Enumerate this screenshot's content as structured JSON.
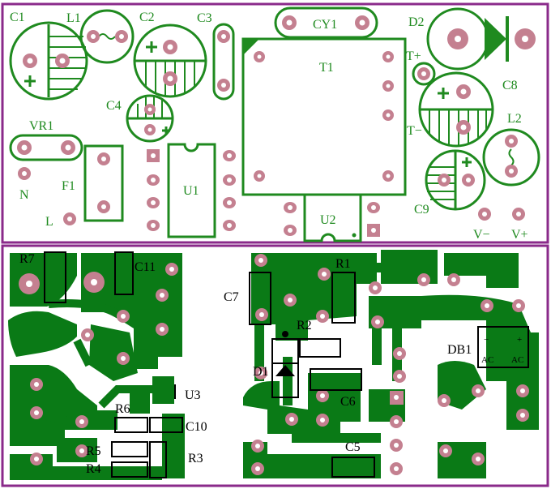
{
  "colors": {
    "silkscreen": "#1f8a1f",
    "copper": "#0a7a16",
    "pad": "#c48090",
    "frame": "#8a2a8a",
    "outline": "#000000",
    "background": "#ffffff"
  },
  "top_panel": {
    "labels": {
      "c1": "C1",
      "l1": "L1",
      "c2": "C2",
      "c3": "C3",
      "cy1": "CY1",
      "d2": "D2",
      "t1": "T1",
      "tplus": "T+",
      "c8": "C8",
      "c4": "C4",
      "vr1": "VR1",
      "tminus": "T−",
      "l2": "L2",
      "n": "N",
      "f1": "F1",
      "u1": "U1",
      "l": "L",
      "u2": "U2",
      "c9": "C9",
      "vminus": "V−",
      "vplus": "V+"
    }
  },
  "bottom_panel": {
    "labels": {
      "r7": "R7",
      "c11": "C11",
      "u3": "U3",
      "r6": "R6",
      "c10": "C10",
      "r5": "R5",
      "r3": "R3",
      "r4": "R4",
      "c7": "C7",
      "r1": "R1",
      "r2": "R2",
      "d1": "D1",
      "c6": "C6",
      "c5": "C5",
      "db1": "DB1",
      "db1_minus": "−",
      "db1_plus": "+",
      "db1_ac_left": "AC",
      "db1_ac_right": "AC"
    }
  }
}
